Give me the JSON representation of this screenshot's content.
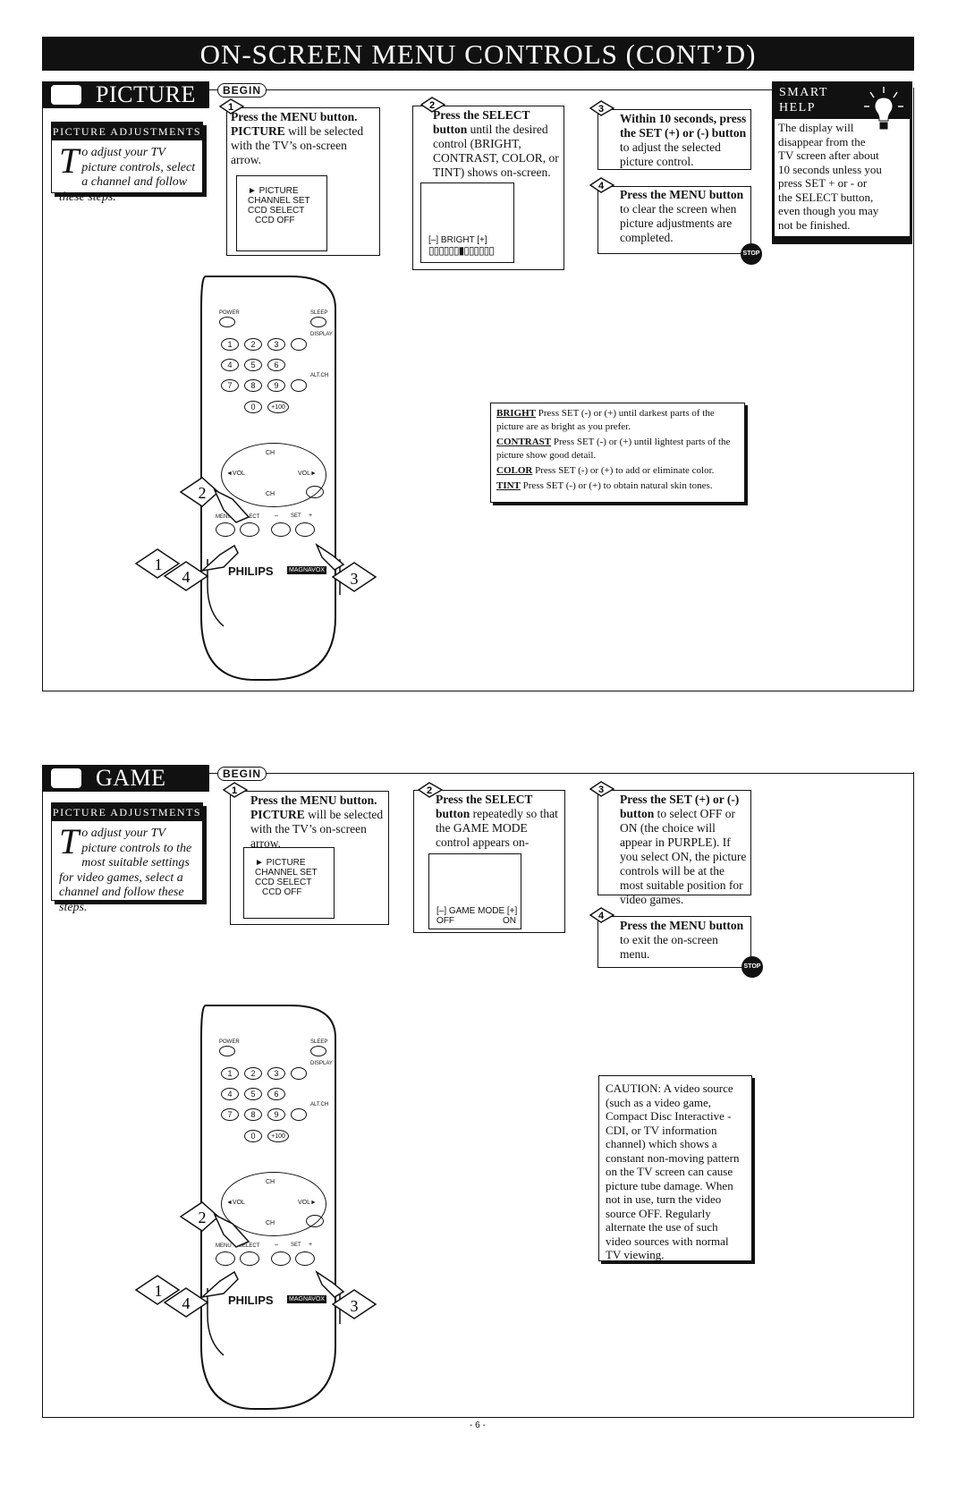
{
  "page_title": "ON-SCREEN MENU CONTROLS (CONT’D)",
  "begin_label": "BEGIN",
  "stop_label": "STOP",
  "brand": "PHILIPS",
  "brand_badge": "MAGNAVOX",
  "picture": {
    "title": "PICTURE",
    "adj_header": "PICTURE ADJUSTMENTS",
    "adj_dropcap": "T",
    "adj_text": "o adjust your TV picture controls, select a channel and follow these steps.",
    "step1_num": "1",
    "step1_bold": "Press the MENU button. PICTURE",
    "step1_rest": " will be selected with the TV’s on-screen arrow.",
    "step1_menu": [
      "► PICTURE",
      "CHANNEL SET",
      "CCD SELECT",
      "CCD OFF"
    ],
    "step2_num": "2",
    "step2_bold": "Press the SELECT button",
    "step2_rest": " until the desired control (BRIGHT, CONTRAST, COLOR, or TINT) shows on-screen.",
    "step2_screen_label": "[–]    BRIGHT    [+]",
    "step2_bar": "▯▯▯▯▯▯▮▯▯▯▯▯▯",
    "step3_num": "3",
    "step3_bold": "Within 10 seconds, press the SET (+) or (-) button",
    "step3_rest": " to adjust the selected picture control.",
    "step4_num": "4",
    "step4_bold": "Press the MENU button",
    "step4_rest": " to clear the screen when picture adjustments are completed.",
    "smart_head": "SMART HELP",
    "smart_text": "The display will disappear from the TV screen after about 10 seconds unless you press SET + or - or the SELECT button, even though you may not be finished.",
    "info": [
      {
        "term": "BRIGHT",
        "desc": " Press SET (-) or (+) until darkest parts of the picture are as bright as you prefer."
      },
      {
        "term": "CONTRAST",
        "desc": " Press SET (-) or (+) until lightest parts of the picture show good detail."
      },
      {
        "term": "COLOR",
        "desc": " Press SET (-) or (+) to add or eliminate color."
      },
      {
        "term": "TINT",
        "desc": " Press SET (-) or (+) to obtain natural skin tones."
      }
    ]
  },
  "game": {
    "title": "GAME MODE",
    "adj_header": "PICTURE ADJUSTMENTS",
    "adj_dropcap": "T",
    "adj_text": "o adjust your TV picture controls to the most suitable settings for video games, select a channel and follow these steps.",
    "step1_num": "1",
    "step1_bold": "Press the MENU button. PICTURE",
    "step1_rest": " will be selected with the TV’s on-screen arrow.",
    "step1_menu": [
      "► PICTURE",
      "CHANNEL SET",
      "CCD SELECT",
      "CCD OFF"
    ],
    "step2_num": "2",
    "step2_bold": "Press the SELECT button",
    "step2_rest": " repeatedly so that the GAME MODE control appears on-screen.",
    "step2_screen_label": "[–] GAME MODE [+]",
    "step2_off": "OFF",
    "step2_on": "ON",
    "step3_num": "3",
    "step3_bold": "Press the SET (+) or (-) button",
    "step3_rest": " to select OFF or ON (the choice will appear in PURPLE). If you select ON, the picture controls will be at the most suitable position for video games.",
    "step4_num": "4",
    "step4_bold": "Press the MENU button",
    "step4_rest": " to exit the on-screen menu.",
    "caution": "CAUTION: A video source (such as a video game, Compact Disc Interactive - CDI, or TV information channel) which shows a constant non-moving pattern on the TV screen can cause picture tube damage. When not in use, turn the video source OFF. Regularly alternate the use of such video sources with normal TV viewing."
  },
  "remote": {
    "power": "POWER",
    "sleep": "SLEEP",
    "display": "DISPLAY",
    "altch": "ALT.CH",
    "digits": [
      "1",
      "2",
      "3",
      "4",
      "5",
      "6",
      "7",
      "8",
      "9",
      "0",
      "+100"
    ],
    "ch": "CH",
    "vol_minus": "◄VOL",
    "vol_plus": "VOL►",
    "menu": "MENU",
    "select": "SELECT",
    "set_minus": "–",
    "set_label": "SET",
    "set_plus": "+"
  },
  "callouts": [
    "1",
    "2",
    "3",
    "4"
  ],
  "footer": "- 6 -"
}
